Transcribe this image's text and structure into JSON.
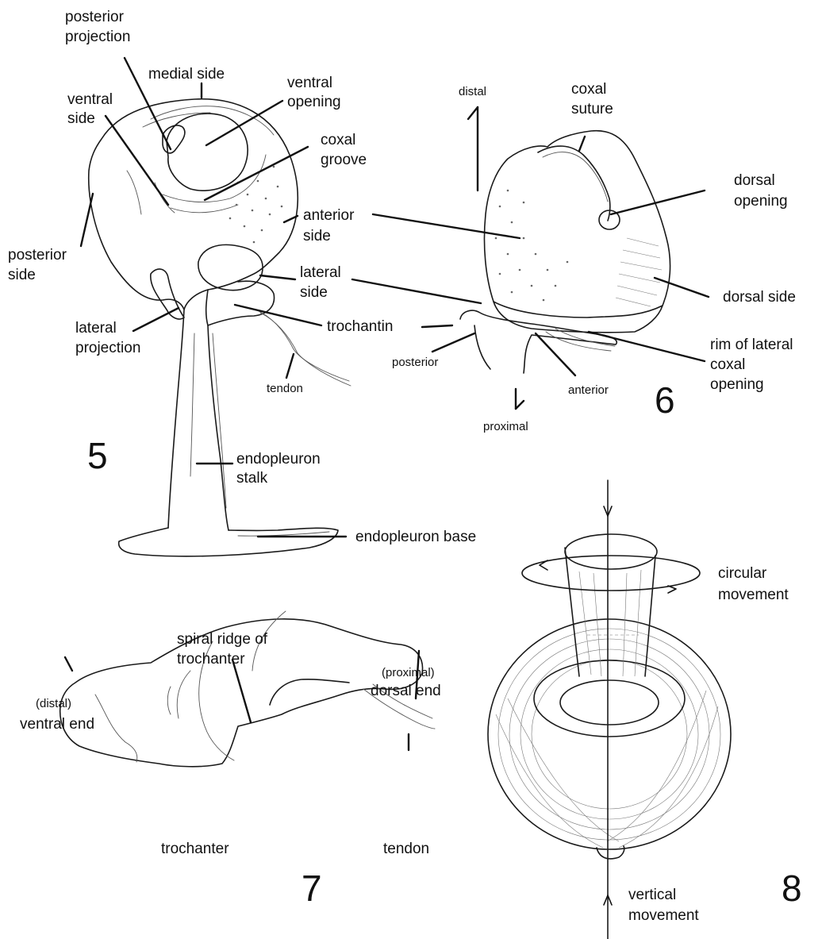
{
  "figures": {
    "fig5": {
      "number": "5",
      "labels": {
        "posterior_projection_1": "posterior",
        "posterior_projection_2": "projection",
        "medial_side": "medial side",
        "ventral_side_1": "ventral",
        "ventral_side_2": "side",
        "ventral_opening_1": "ventral",
        "ventral_opening_2": "opening",
        "coxal_groove_1": "coxal",
        "coxal_groove_2": "groove",
        "anterior_side_1": "anterior",
        "anterior_side_2": "side",
        "posterior_side_1": "posterior",
        "posterior_side_2": "side",
        "lateral_side_1": "lateral",
        "lateral_side_2": "side",
        "lateral_projection_1": "lateral",
        "lateral_projection_2": "projection",
        "trochantin": "trochantin",
        "tendon": "tendon",
        "endopleuron_stalk_1": "endopleuron",
        "endopleuron_stalk_2": "stalk",
        "endopleuron_base": "endopleuron base"
      }
    },
    "fig6": {
      "number": "6",
      "labels": {
        "distal": "distal",
        "coxal_suture_1": "coxal",
        "coxal_suture_2": "suture",
        "dorsal_opening_1": "dorsal",
        "dorsal_opening_2": "opening",
        "dorsal_side": "dorsal side",
        "rim_1": "rim of lateral",
        "rim_2": "coxal",
        "rim_3": "opening",
        "posterior": "posterior",
        "anterior": "anterior",
        "proximal": "proximal"
      }
    },
    "fig7": {
      "number": "7",
      "labels": {
        "spiral_ridge_1": "spiral ridge of",
        "spiral_ridge_2": "trochanter",
        "proximal_paren": "(proximal)",
        "dorsal_end": "dorsal end",
        "distal_paren": "(distal)",
        "ventral_end": "ventral end",
        "tendon": "tendon",
        "trochanter": "trochanter"
      }
    },
    "fig8": {
      "number": "8",
      "labels": {
        "circular_1": "circular",
        "circular_2": "movement",
        "vertical_1": "vertical",
        "vertical_2": "movement"
      }
    }
  }
}
